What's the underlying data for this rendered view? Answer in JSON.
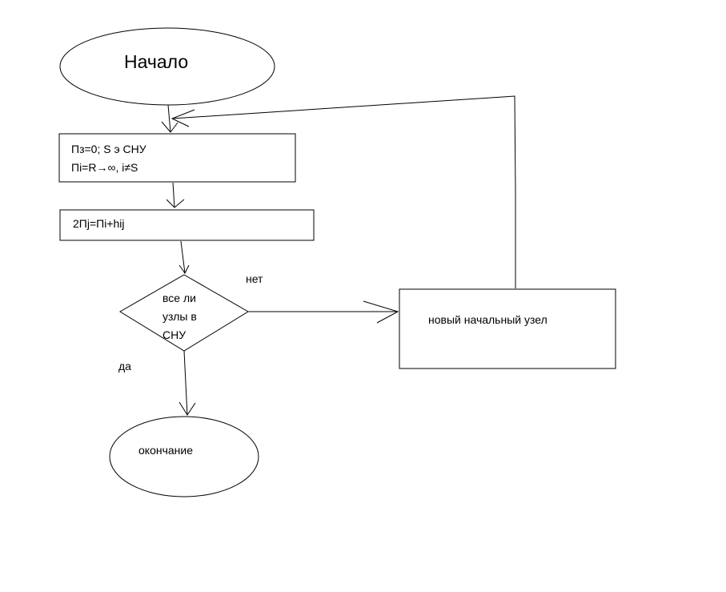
{
  "diagram": {
    "start": {
      "label": "Начало"
    },
    "init": {
      "line1": "Пз=0; S э СНУ",
      "line2": "Пi=R→∞, i≠S"
    },
    "calc": {
      "label": "2Пj=Пi+hij"
    },
    "decision": {
      "line1": "все ли",
      "line2": "узлы в",
      "line3": "СНУ"
    },
    "no_branch": {
      "label": "нет"
    },
    "yes_branch": {
      "label": "да"
    },
    "new_node": {
      "label": "новый начальный узел"
    },
    "end": {
      "label": "окончание"
    }
  },
  "colors": {
    "stroke": "#000000",
    "background": "#ffffff"
  }
}
